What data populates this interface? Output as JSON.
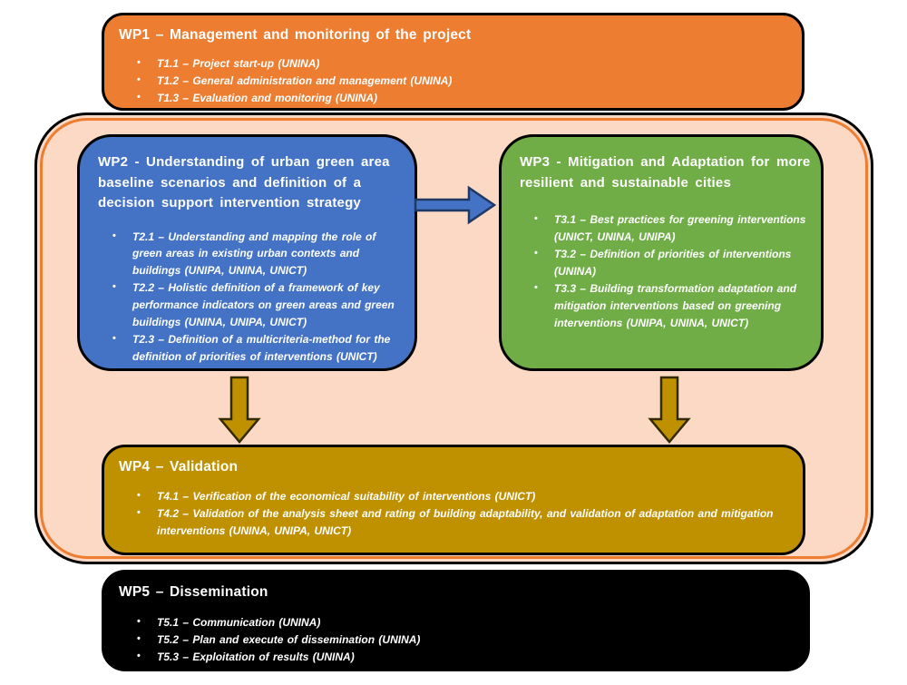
{
  "colors": {
    "orange": "#ED7D31",
    "peach": "#FBD9C5",
    "blue": "#4472C4",
    "green": "#70AD47",
    "gold": "#BF9000",
    "black": "#000000",
    "text": "#FFFFFF"
  },
  "wp1": {
    "title": "WP1 – Management and monitoring of the project",
    "tasks": [
      "T1.1 – Project start-up (UNINA)",
      "T1.2 – General administration and management (UNINA)",
      "T1.3 – Evaluation and monitoring (UNINA)"
    ]
  },
  "wp2": {
    "title": "WP2 - Understanding of urban green area baseline scenarios and definition of a decision support intervention strategy",
    "tasks": [
      "T2.1 – Understanding and mapping the role of green areas in existing urban contexts and buildings (UNIPA, UNINA, UNICT)",
      "T2.2 – Holistic definition of a framework of key performance indicators on green areas and green buildings (UNINA, UNIPA, UNICT)",
      "T2.3 – Definition of a multicriteria-method for the definition of priorities of interventions (UNICT)"
    ]
  },
  "wp3": {
    "title": "WP3 - Mitigation and Adaptation for more resilient and sustainable cities",
    "tasks": [
      "T3.1 – Best practices for greening interventions (UNICT, UNINA, UNIPA)",
      "T3.2 – Definition of priorities of interventions (UNINA)",
      "T3.3 – Building transformation adaptation and mitigation interventions based on greening interventions (UNIPA, UNINA, UNICT)"
    ]
  },
  "wp4": {
    "title": "WP4 – Validation",
    "tasks": [
      "T4.1 – Verification of the economical suitability of interventions (UNICT)",
      "T4.2 – Validation of the analysis sheet and rating of building adaptability, and validation of adaptation and mitigation interventions (UNINA, UNIPA, UNICT)"
    ]
  },
  "wp5": {
    "title": "WP5 – Dissemination",
    "tasks": [
      "T5.1 – Communication (UNINA)",
      "T5.2 – Plan and execute of dissemination (UNINA)",
      "T5.3 – Exploitation of results (UNINA)"
    ]
  },
  "icons": {
    "wp2_to_wp3_arrow": "right-block-arrow",
    "wp2_to_wp4_arrow": "down-block-arrow",
    "wp3_to_wp4_arrow": "down-block-arrow"
  },
  "bullet_glyph": "•"
}
